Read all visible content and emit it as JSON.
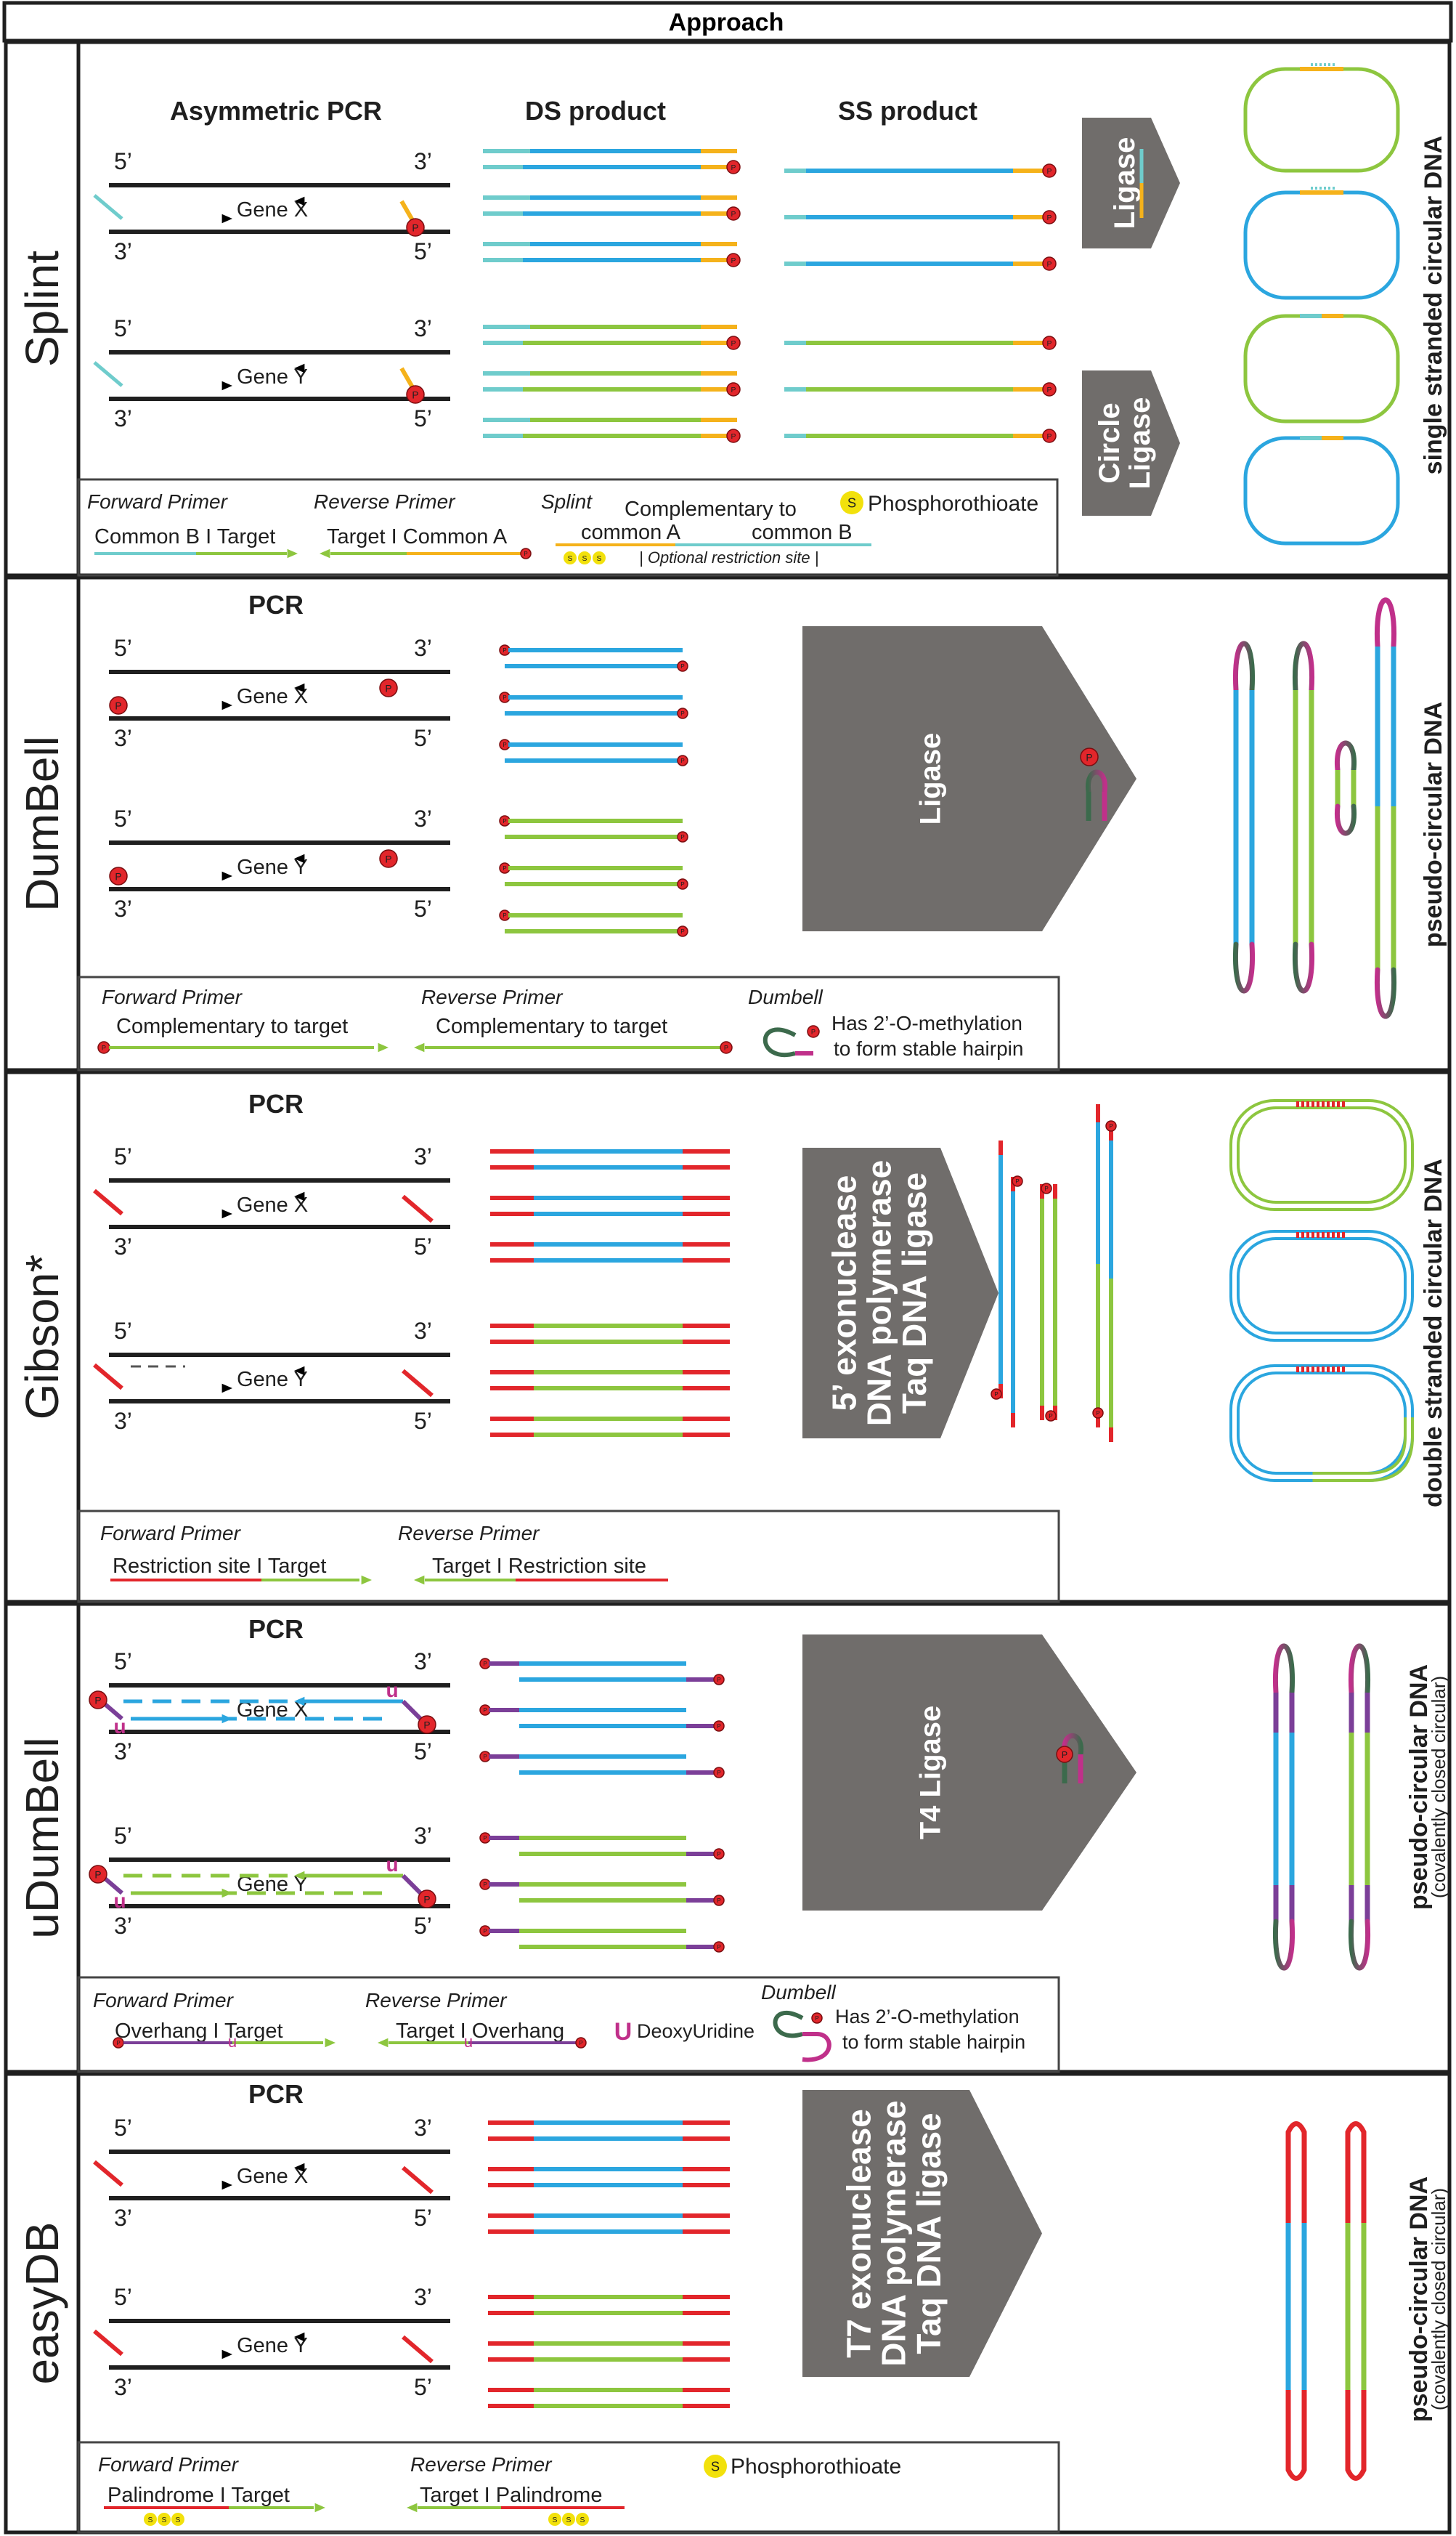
{
  "header": "Approach",
  "colors": {
    "blue": "#2ba6df",
    "green": "#8dc63f",
    "teal": "#6fcccc",
    "orange": "#f5b21b",
    "red": "#e2262b",
    "darkgreen": "#3c6a4c",
    "magenta": "#c0308a",
    "purple": "#7b3f98",
    "gray": "#706d6b",
    "black": "#1f1f1f",
    "yellow": "#f2e10c"
  },
  "common": {
    "five_prime": "5’",
    "three_prime": "3’",
    "gene_x": "Gene X",
    "gene_y": "Gene Y",
    "p": "P",
    "u": "u",
    "s": "S",
    "sss": "S S S"
  },
  "sections": {
    "splint": {
      "name": "Splint",
      "col_pcr": "Asymmetric PCR",
      "col_ds": "DS product",
      "col_ss": "SS product",
      "arrow1": "Ligase",
      "arrow2_line1": "Circle",
      "arrow2_line2": "Ligase",
      "result": "single stranded circular DNA",
      "legend": {
        "fwd_title": "Forward Primer",
        "fwd_text": "Common B I Target",
        "rev_title": "Reverse Primer",
        "rev_text": "Target I Common A",
        "splint_title": "Splint",
        "splint_text1": "Complementary to",
        "splint_text2a": "common A",
        "splint_text2b": "common B",
        "splint_note": "| Optional restriction site |",
        "phos": "Phosphorothioate"
      }
    },
    "dumbell": {
      "name": "DumBell",
      "col_pcr": "PCR",
      "arrow": "Ligase",
      "result": "pseudo-circular DNA",
      "legend": {
        "fwd_title": "Forward Primer",
        "fwd_text": "Complementary to target",
        "rev_title": "Reverse Primer",
        "rev_text": "Complementary to target",
        "db_title": "Dumbell",
        "db_text1": "Has 2’-O-methylation",
        "db_text2": "to form stable hairpin"
      }
    },
    "gibson": {
      "name": "Gibson*",
      "col_pcr": "PCR",
      "arrow_line1": "5’ exonuclease",
      "arrow_line2": "DNA polymerase",
      "arrow_line3": "Taq DNA ligase",
      "result": "double stranded circular DNA",
      "legend": {
        "fwd_title": "Forward Primer",
        "fwd_text": "Restriction site I Target",
        "rev_title": "Reverse Primer",
        "rev_text": "Target I Restriction site"
      }
    },
    "udumbell": {
      "name": "uDumBell",
      "col_pcr": "PCR",
      "arrow": "T4 Ligase",
      "result_line1": "pseudo-circular DNA",
      "result_line2": "(covalently closed circular)",
      "legend": {
        "fwd_title": "Forward Primer",
        "fwd_text": "Overhang  I Target",
        "rev_title": "Reverse Primer",
        "rev_text": "Target I Overhang",
        "du_u": "U",
        "du_text": "DeoxyUridine",
        "db_title": "Dumbell",
        "db_text1": "Has 2’-O-methylation",
        "db_text2": "to form stable hairpin"
      }
    },
    "easydb": {
      "name": "easyDB",
      "col_pcr": "PCR",
      "arrow_line1": "T7 exonuclease",
      "arrow_line2": "DNA polymerase",
      "arrow_line3": "Taq DNA ligase",
      "result_line1": "pseudo-circular DNA",
      "result_line2": "(covalently closed circular)",
      "legend": {
        "fwd_title": "Forward Primer",
        "fwd_text": "Palindrome I Target",
        "rev_title": "Reverse Primer",
        "rev_text": "Target I Palindrome",
        "phos": "Phosphorothioate"
      }
    }
  }
}
